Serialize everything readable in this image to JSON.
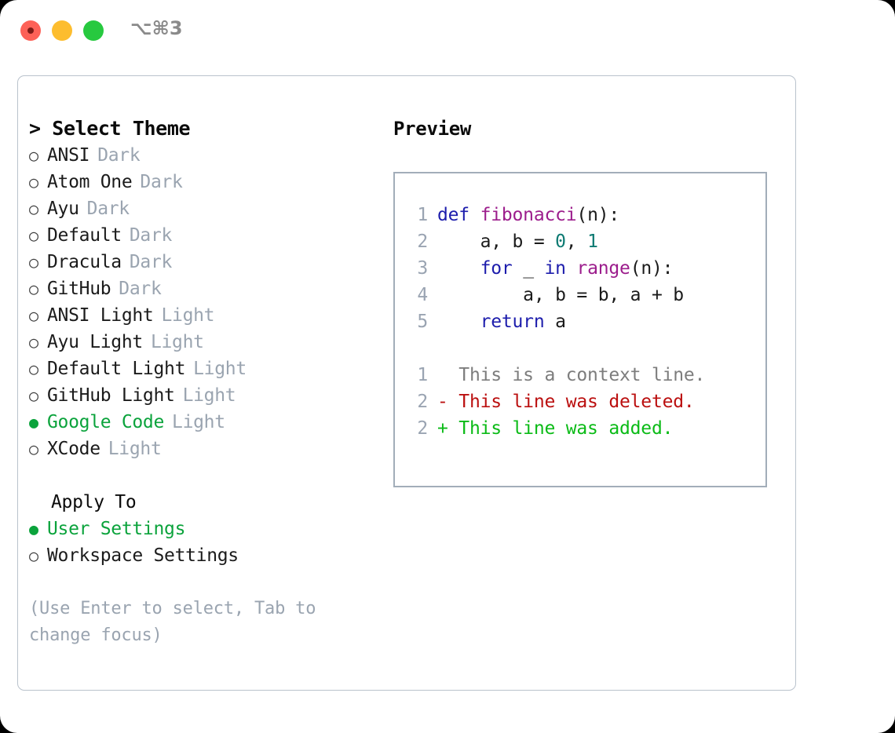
{
  "titlebar": {
    "shortcut": "⌥⌘3",
    "buttons": [
      {
        "name": "close",
        "color": "#fd6157"
      },
      {
        "name": "minimize",
        "color": "#fdbd2e"
      },
      {
        "name": "zoom",
        "color": "#27c93f"
      }
    ]
  },
  "theme_picker": {
    "header": "> Select Theme",
    "options": [
      {
        "label": "ANSI",
        "tag": "Dark",
        "selected": false,
        "marker": "○"
      },
      {
        "label": "Atom One",
        "tag": "Dark",
        "selected": false,
        "marker": "○"
      },
      {
        "label": "Ayu",
        "tag": "Dark",
        "selected": false,
        "marker": "○"
      },
      {
        "label": "Default",
        "tag": "Dark",
        "selected": false,
        "marker": "○"
      },
      {
        "label": "Dracula",
        "tag": "Dark",
        "selected": false,
        "marker": "○"
      },
      {
        "label": "GitHub",
        "tag": "Dark",
        "selected": false,
        "marker": "○"
      },
      {
        "label": "ANSI Light",
        "tag": "Light",
        "selected": false,
        "marker": "○"
      },
      {
        "label": "Ayu Light",
        "tag": "Light",
        "selected": false,
        "marker": "○"
      },
      {
        "label": "Default Light",
        "tag": "Light",
        "selected": false,
        "marker": "○"
      },
      {
        "label": "GitHub Light",
        "tag": "Light",
        "selected": false,
        "marker": "○"
      },
      {
        "label": "Google Code",
        "tag": "Light",
        "selected": true,
        "marker": "●"
      },
      {
        "label": "XCode",
        "tag": "Light",
        "selected": false,
        "marker": "○"
      }
    ]
  },
  "apply_to": {
    "header": "Apply To",
    "options": [
      {
        "label": "User Settings",
        "selected": true,
        "marker": "●"
      },
      {
        "label": "Workspace Settings",
        "selected": false,
        "marker": "○"
      }
    ]
  },
  "hint": "(Use Enter to select, Tab to change focus)",
  "preview": {
    "title": "Preview",
    "code_lines": [
      {
        "no": "1",
        "tokens": [
          {
            "t": "def ",
            "c": "kw"
          },
          {
            "t": "fibonacci",
            "c": "fn"
          },
          {
            "t": "(n):",
            "c": "plain"
          }
        ]
      },
      {
        "no": "2",
        "tokens": [
          {
            "t": "    a, b = ",
            "c": "plain"
          },
          {
            "t": "0",
            "c": "num"
          },
          {
            "t": ", ",
            "c": "plain"
          },
          {
            "t": "1",
            "c": "num"
          }
        ]
      },
      {
        "no": "3",
        "tokens": [
          {
            "t": "    ",
            "c": "plain"
          },
          {
            "t": "for",
            "c": "kw"
          },
          {
            "t": " _ ",
            "c": "plain"
          },
          {
            "t": "in",
            "c": "kw"
          },
          {
            "t": " ",
            "c": "plain"
          },
          {
            "t": "range",
            "c": "fn"
          },
          {
            "t": "(n):",
            "c": "plain"
          }
        ]
      },
      {
        "no": "4",
        "tokens": [
          {
            "t": "        a, b = b, a + b",
            "c": "plain"
          }
        ]
      },
      {
        "no": "5",
        "tokens": [
          {
            "t": "    ",
            "c": "plain"
          },
          {
            "t": "return",
            "c": "kw"
          },
          {
            "t": " a",
            "c": "plain"
          }
        ]
      }
    ],
    "diff_lines": [
      {
        "no": "1",
        "prefix": "  ",
        "text": "This is a context line.",
        "kind": "ctx"
      },
      {
        "no": "2",
        "prefix": "- ",
        "text": "This line was deleted.",
        "kind": "del"
      },
      {
        "no": "2",
        "prefix": "+ ",
        "text": "This line was added.",
        "kind": "add"
      }
    ]
  },
  "colors": {
    "accent_green": "#0ba33c",
    "tag_gray": "#9aa4b0",
    "border": "#a2adb9",
    "keyword": "#1d1dac",
    "function": "#9c1d8c",
    "number": "#0d7a72",
    "diff_add": "#0bbb17",
    "diff_del": "#bb1010",
    "diff_ctx": "#7d7d7d"
  }
}
